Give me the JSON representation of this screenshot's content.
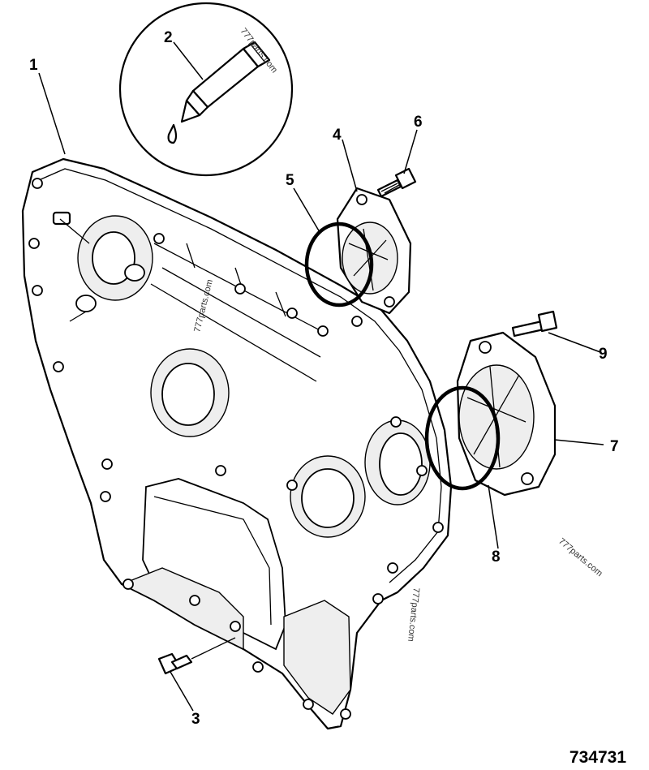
{
  "drawing_number": "734731",
  "watermark": "777parts.com",
  "callouts": [
    {
      "id": "1",
      "label": "1"
    },
    {
      "id": "2",
      "label": "2"
    },
    {
      "id": "3",
      "label": "3"
    },
    {
      "id": "4",
      "label": "4"
    },
    {
      "id": "5",
      "label": "5"
    },
    {
      "id": "6",
      "label": "6"
    },
    {
      "id": "7",
      "label": "7"
    },
    {
      "id": "8",
      "label": "8"
    },
    {
      "id": "9",
      "label": "9"
    }
  ]
}
